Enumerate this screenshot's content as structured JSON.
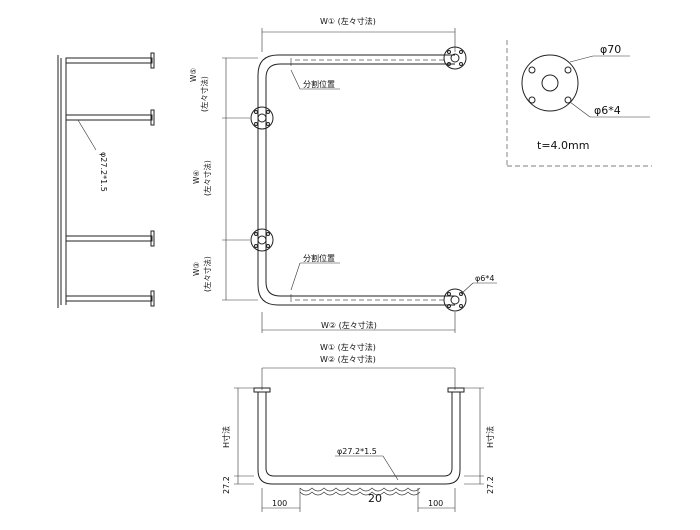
{
  "side_view": {
    "pipe_label": "φ27.2*1.5"
  },
  "front_view": {
    "top_dim": "W① (左々寸法)",
    "bottom_dim": "W② (左々寸法)",
    "left_dim_5": "W⑤",
    "left_dim_5_sub": "(左々寸法)",
    "left_dim_4": "W④",
    "left_dim_4_sub": "(左々寸法)",
    "left_dim_3": "W③",
    "left_dim_3_sub": "(左々寸法)",
    "split_label_top": "分割位置",
    "split_label_bottom": "分割位置",
    "hole_label": "φ6*4"
  },
  "flange_detail": {
    "diameter_label": "φ70",
    "hole_label": "φ6*4",
    "thickness_label": "t=4.0mm"
  },
  "bottom_view": {
    "dim_line_1": "W① (左々寸法)",
    "dim_line_2": "W② (左々寸法)",
    "h_left": "H寸法",
    "h_right": "H寸法",
    "v_left": "27.2",
    "v_right": "27.2",
    "pipe_label": "φ27.2*1.5",
    "dim_left": "100",
    "dim_mid": "20",
    "dim_right": "100"
  }
}
